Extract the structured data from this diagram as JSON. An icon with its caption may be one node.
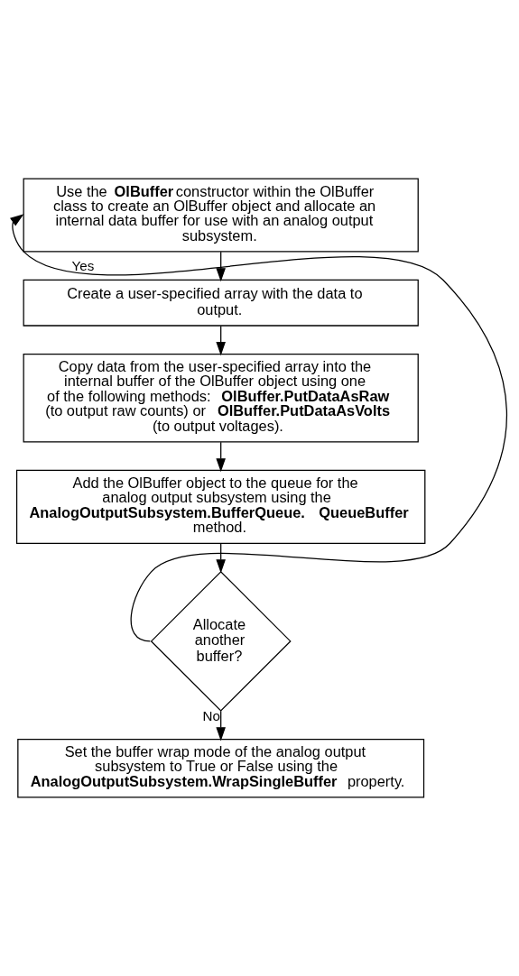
{
  "diagram": {
    "nodes": [
      {
        "text": [
          "Use the **OlBuffer** constructor within the OlBuffer class to create an OlBuffer object and allocate an internal data buffer for use with an analog output subsystem."
        ]
      },
      {
        "text": [
          "Create a user-specified array with the data to output."
        ]
      },
      {
        "text": [
          "Copy data from the user-specified array into the internal buffer of the OlBuffer object using one of the following methods: **OlBuffer.PutDataAsRaw** (to output raw counts) or **OlBuffer.PutDataAsVolts** (to output voltages)."
        ]
      },
      {
        "text": [
          "Add the OlBuffer object to the queue for the analog output subsystem using the **AnalogOutputSubsystem.BufferQueue. QueueBuffer** method."
        ]
      },
      {
        "text": [
          "Allocate another buffer?"
        ]
      },
      {
        "text": [
          "Set the buffer wrap mode of the analog output subsystem to True or False using the **AnalogOutputSubsystem.WrapSingleBuffer** property."
        ]
      }
    ],
    "edges": [
      {
        "from": 0,
        "to": 1,
        "arrow": "to"
      },
      {
        "from": 1,
        "to": 2,
        "arrow": "to"
      },
      {
        "from": 2,
        "to": 3,
        "arrow": "to"
      },
      {
        "from": 3,
        "to": 4,
        "arrow": "to"
      },
      {
        "from": 4,
        "to": 0,
        "arrow": "to",
        "label": "Yes"
      },
      {
        "from": 4,
        "to": 5,
        "arrow": "to",
        "label": "No"
      }
    ]
  }
}
